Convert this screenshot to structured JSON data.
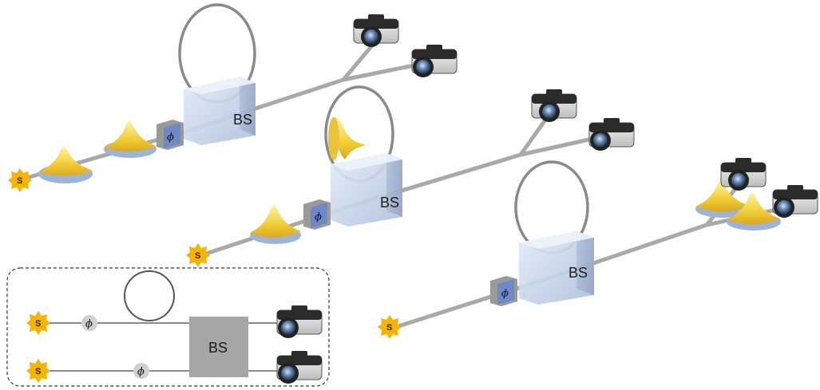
{
  "labels": {
    "beamsplitter": "BS",
    "phase": "ϕ",
    "source": "S"
  },
  "colors": {
    "beam": "#a9a9a9",
    "loop": "#8a8a8a",
    "cube_face": "#cfdcf0",
    "phase_box": "#6f88c9",
    "source_star": "#f4b400",
    "wavepacket": "#f3d64a",
    "inset_border": "#333333",
    "inset_bs": "#a6a6a6"
  },
  "icons": {
    "detector": "camera-icon",
    "source": "sun-star-icon",
    "pulse": "wavepacket-icon"
  }
}
